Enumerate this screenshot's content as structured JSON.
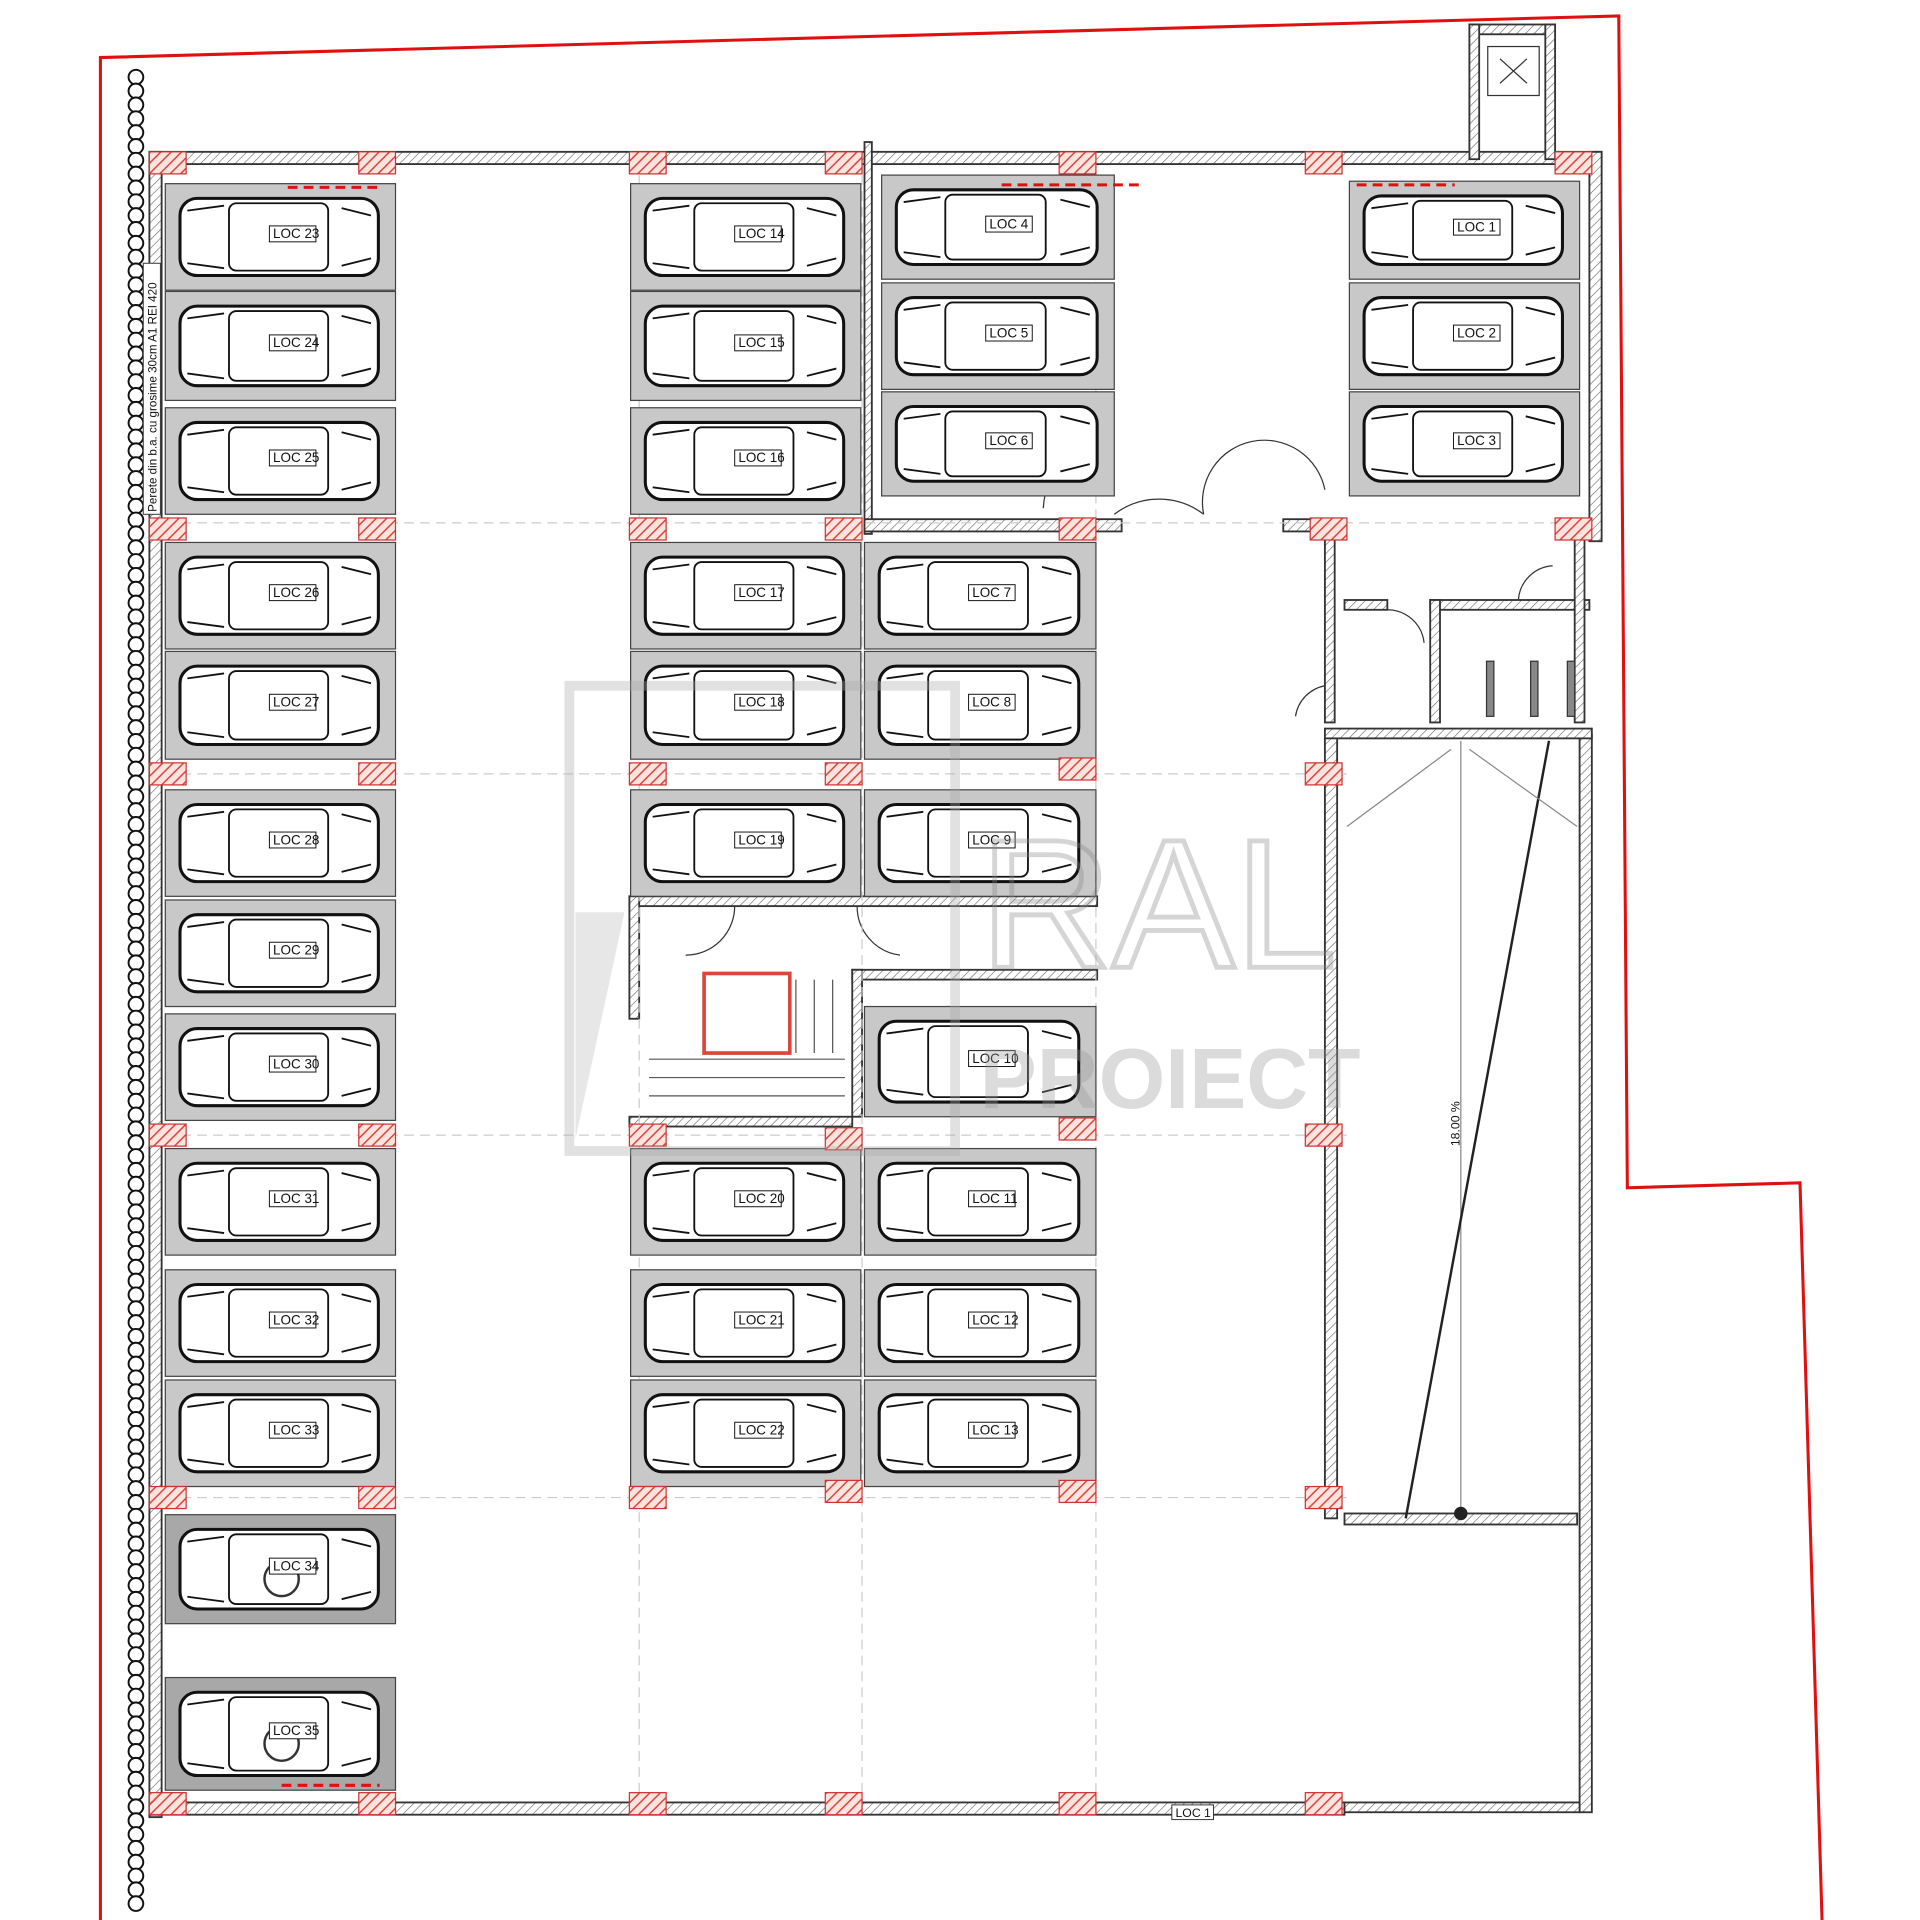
{
  "wall_note": "Perete din b.a. cu grosime 30cm A1 REI 420",
  "ramp_slope": "18.00 %",
  "bottom_label": "LOC 1",
  "watermark": {
    "logo": "RAL",
    "text": "PROIECT"
  },
  "colors": {
    "property_line": "#e01010",
    "column_hatch": "#d9483b",
    "slot_fill": "#c8c8c8",
    "wall": "#555555"
  },
  "slots": [
    {
      "label": "LOC 1"
    },
    {
      "label": "LOC 2"
    },
    {
      "label": "LOC 3"
    },
    {
      "label": "LOC 4"
    },
    {
      "label": "LOC 5"
    },
    {
      "label": "LOC 6"
    },
    {
      "label": "LOC 7"
    },
    {
      "label": "LOC 8"
    },
    {
      "label": "LOC 9"
    },
    {
      "label": "LOC 10"
    },
    {
      "label": "LOC 11"
    },
    {
      "label": "LOC 12"
    },
    {
      "label": "LOC 13"
    },
    {
      "label": "LOC 14"
    },
    {
      "label": "LOC 15"
    },
    {
      "label": "LOC 16"
    },
    {
      "label": "LOC 17"
    },
    {
      "label": "LOC 18"
    },
    {
      "label": "LOC 19"
    },
    {
      "label": "LOC 20"
    },
    {
      "label": "LOC 21"
    },
    {
      "label": "LOC 22"
    },
    {
      "label": "LOC 23"
    },
    {
      "label": "LOC 24"
    },
    {
      "label": "LOC 25"
    },
    {
      "label": "LOC 26"
    },
    {
      "label": "LOC 27"
    },
    {
      "label": "LOC 28"
    },
    {
      "label": "LOC 29"
    },
    {
      "label": "LOC 30"
    },
    {
      "label": "LOC 31"
    },
    {
      "label": "LOC 32"
    },
    {
      "label": "LOC 33"
    },
    {
      "label": "LOC 34",
      "accessible": true
    },
    {
      "label": "LOC 35",
      "accessible": true
    }
  ]
}
